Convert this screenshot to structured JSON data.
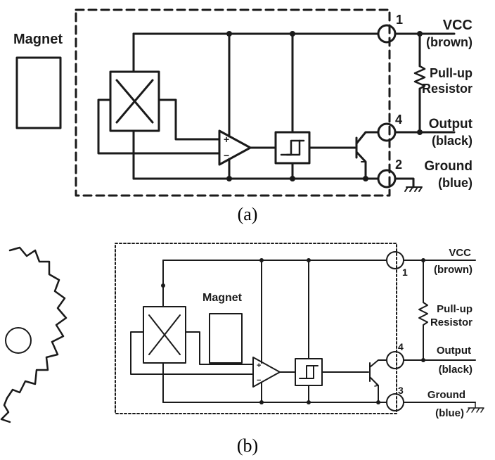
{
  "panel_a": {
    "magnet_label": "Magnet",
    "opamp_plus": "+",
    "opamp_minus": "−",
    "pins": {
      "vcc": "1",
      "output": "4",
      "ground": "2"
    },
    "labels": {
      "vcc": "VCC",
      "vcc_color": "(brown)",
      "pullup_line1": "Pull-up",
      "pullup_line2": "Resistor",
      "output": "Output",
      "output_color": "(black)",
      "ground": "Ground",
      "ground_color": "(blue)"
    },
    "caption": "(a)"
  },
  "panel_b": {
    "magnet_label": "Magnet",
    "opamp_plus": "+",
    "opamp_minus": "−",
    "pins": {
      "vcc": "1",
      "output": "4",
      "ground": "3"
    },
    "labels": {
      "vcc": "VCC",
      "vcc_color": "(brown)",
      "pullup_line1": "Pull-up",
      "pullup_line2": "Resistor",
      "output": "Output",
      "output_color": "(black)",
      "ground": "Ground",
      "ground_color": "(blue)"
    },
    "caption": "(b)"
  }
}
